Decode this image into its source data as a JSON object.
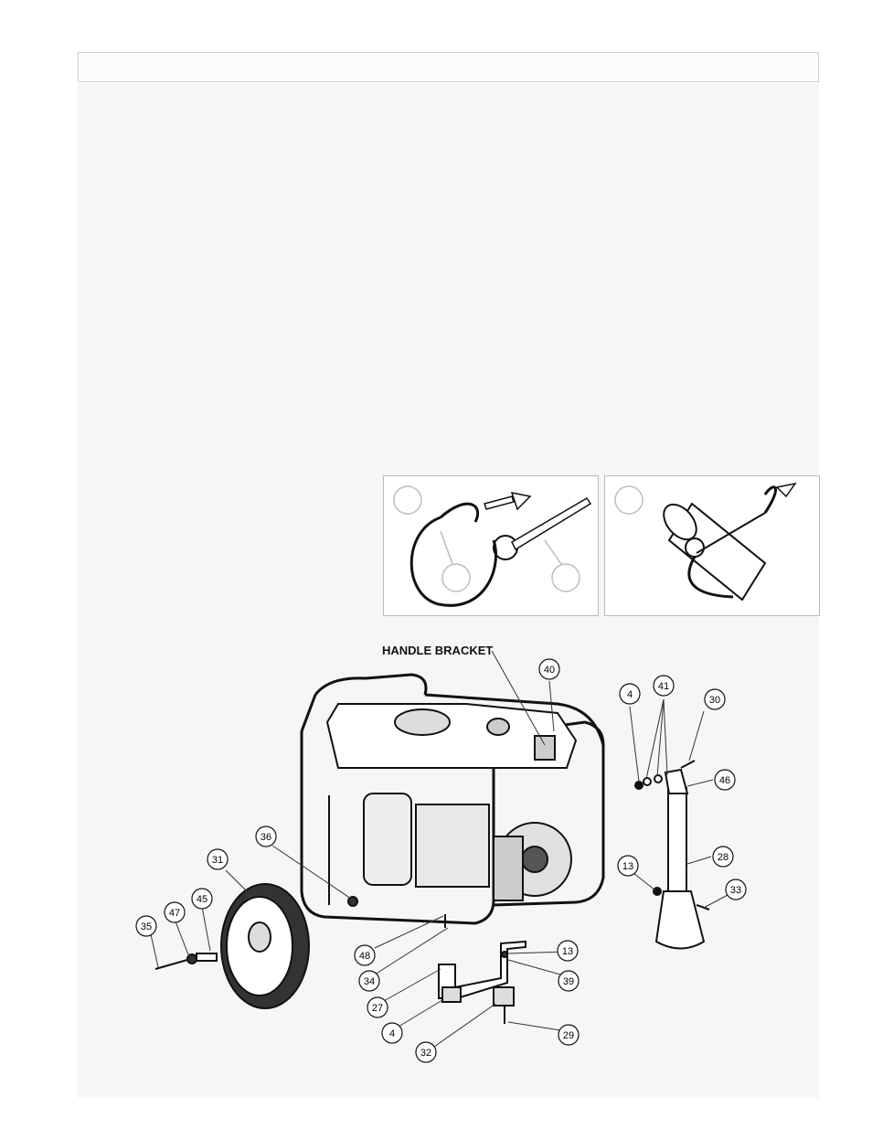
{
  "diagram": {
    "callout_label": "HANDLE BRACKET",
    "part_numbers": [
      "40",
      "41",
      "4",
      "30",
      "46",
      "28",
      "13",
      "33",
      "36",
      "31",
      "45",
      "47",
      "35",
      "48",
      "34",
      "27",
      "4",
      "13",
      "39",
      "32",
      "29"
    ]
  }
}
